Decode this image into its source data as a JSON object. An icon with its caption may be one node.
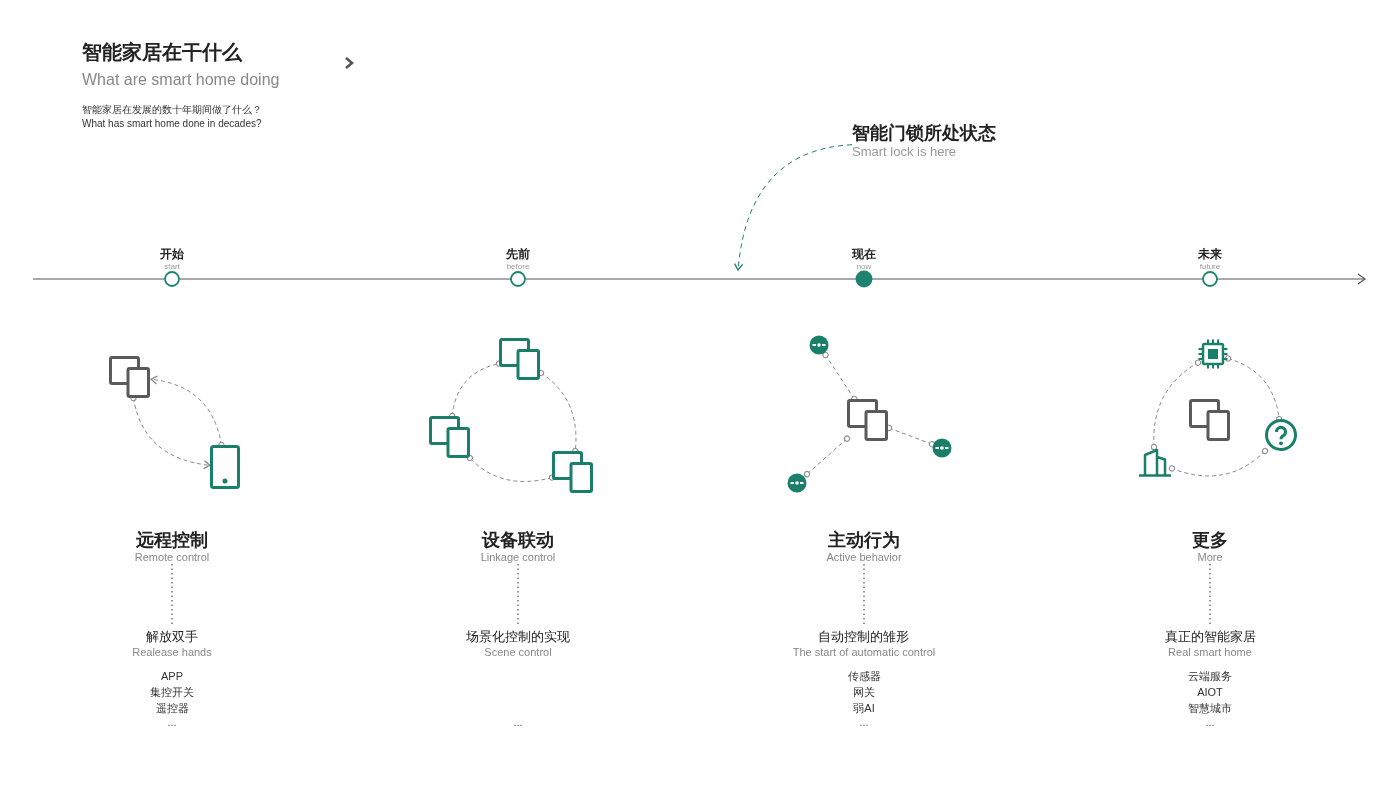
{
  "diagram": {
    "title": "智能家居在干什么",
    "nodes": [
      {
        "text": [
          "开始",
          "start"
        ]
      },
      {
        "text": [
          "先前",
          "before"
        ]
      },
      {
        "text": [
          "现在",
          "now"
        ]
      },
      {
        "text": [
          "未来",
          "future"
        ]
      },
      {
        "text": [
          "智能门锁所处状态",
          "Smart lock is here"
        ]
      },
      {
        "text": [
          "远程控制",
          "Remote control"
        ]
      },
      {
        "text": [
          "解放双手",
          "Realease hands"
        ]
      },
      {
        "text": [
          "设备联动",
          "Linkage control"
        ]
      },
      {
        "text": [
          "场景化控制的实现",
          "Scene control"
        ]
      },
      {
        "text": [
          "主动行为",
          "Active behavior"
        ]
      },
      {
        "text": [
          "自动控制的雏形",
          "The start of automatic control"
        ]
      },
      {
        "text": [
          "更多",
          "More"
        ]
      },
      {
        "text": [
          "真正的智能家居",
          "Real smart home"
        ]
      },
      {
        "text": [],
        "shape": "devices"
      },
      {
        "text": [],
        "shape": "phone"
      },
      {
        "text": [],
        "shape": "devices"
      },
      {
        "text": [],
        "shape": "devices"
      },
      {
        "text": [],
        "shape": "devices"
      },
      {
        "text": [],
        "shape": "devices"
      },
      {
        "text": [],
        "shape": "sensor"
      },
      {
        "text": [],
        "shape": "sensor"
      },
      {
        "text": [],
        "shape": "sensor"
      },
      {
        "text": [],
        "shape": "chip"
      },
      {
        "text": [],
        "shape": "devices"
      },
      {
        "text": [],
        "shape": "question"
      },
      {
        "text": [],
        "shape": "building"
      }
    ],
    "edges": [
      {
        "from": 4,
        "to": null,
        "arrow": "to",
        "style": "dashed",
        "color": "#1a7f69"
      },
      {
        "from": 5,
        "to": 6,
        "arrow": "none",
        "style": "dashed",
        "color": "#333333"
      },
      {
        "from": 7,
        "to": 8,
        "arrow": "none",
        "style": "dashed",
        "color": "#333333"
      },
      {
        "from": 9,
        "to": 10,
        "arrow": "none",
        "style": "dashed",
        "color": "#333333"
      },
      {
        "from": 11,
        "to": 12,
        "arrow": "none",
        "style": "dashed",
        "color": "#333333"
      },
      {
        "from": 14,
        "to": 13,
        "arrow": "to",
        "style": "dashed"
      },
      {
        "from": 13,
        "to": 14,
        "arrow": "to",
        "style": "dashed"
      },
      {
        "from": 15,
        "to": 17,
        "arrow": "other",
        "style": "dashed"
      },
      {
        "from": 17,
        "to": 16,
        "arrow": "other",
        "style": "dashed"
      },
      {
        "from": 16,
        "to": 15,
        "arrow": "other",
        "style": "dashed"
      },
      {
        "from": 18,
        "to": 19,
        "arrow": "other",
        "style": "dashed"
      },
      {
        "from": 18,
        "to": 20,
        "arrow": "other",
        "style": "dashed"
      },
      {
        "from": 18,
        "to": 21,
        "arrow": "other",
        "style": "dashed"
      },
      {
        "from": 22,
        "to": 24,
        "arrow": "other",
        "style": "dashed"
      },
      {
        "from": 24,
        "to": 25,
        "arrow": "other",
        "style": "dashed"
      },
      {
        "from": 25,
        "to": 22,
        "arrow": "other",
        "style": "dashed"
      }
    ],
    "labels": [
      "What are smart home doing",
      "智能家居在发展的数十年期间做了什么？",
      "What has smart home done in decades?",
      "APP",
      "集控开关",
      "遥控器",
      "...",
      "...",
      "传感器",
      "网关",
      "弱AI",
      "...",
      "云端服务",
      "AIOT",
      "智慧城市",
      "..."
    ]
  }
}
